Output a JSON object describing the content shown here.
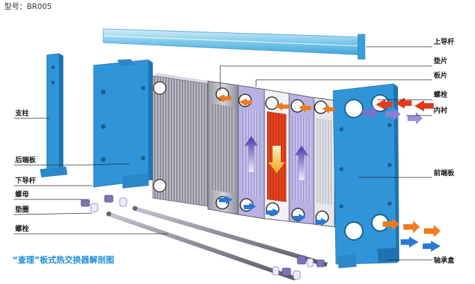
{
  "model_label": "型号：BR005",
  "caption": "“查理”板式热交换器解剖图",
  "labels": {
    "upper_guide_bar": "上导杆",
    "gasket": "垫片",
    "plate": "板片",
    "bolt_right": "螺栓",
    "inner_lining": "内衬",
    "front_end_plate": "前端板",
    "bearing_box": "轴承盒",
    "column": "支柱",
    "rear_end_plate": "后端板",
    "lower_guide_bar": "下导杆",
    "nut": "螺母",
    "washer": "垫圈",
    "bolt_left": "螺栓"
  },
  "colors": {
    "frame_blue": "#2f95d8",
    "hot_orange": "#f07a1c",
    "hot_red": "#e23a1c",
    "cold_blue": "#2979d4",
    "purple": "#7f6fc8",
    "caption_blue": "#1c8fd6"
  }
}
